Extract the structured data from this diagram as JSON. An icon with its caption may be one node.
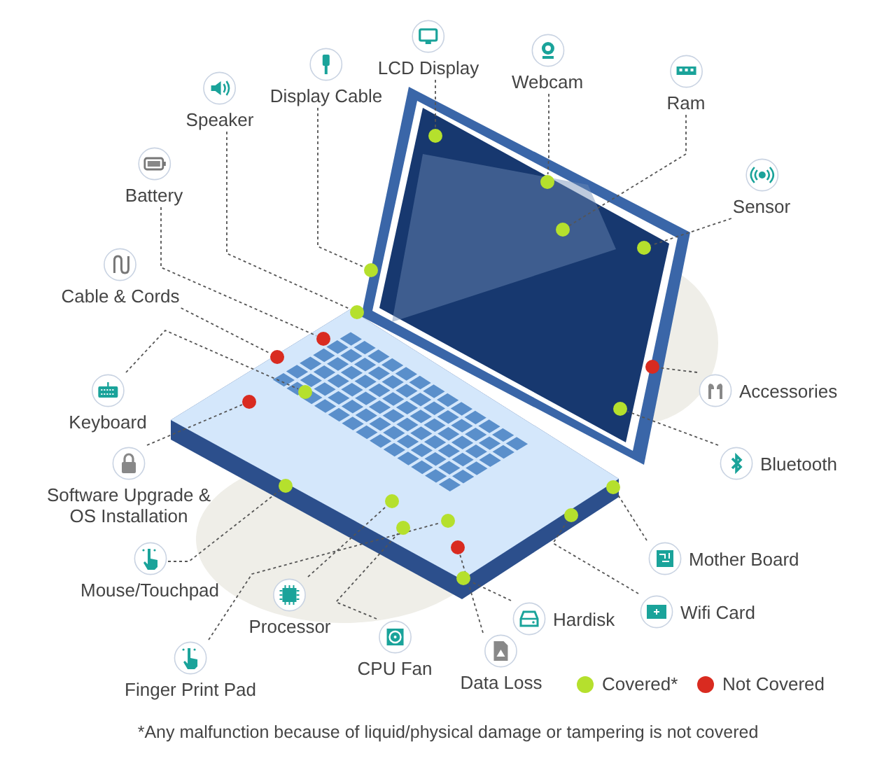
{
  "diagram": {
    "nodes": [
      {
        "text": [
          "LCD Display"
        ]
      },
      {
        "text": [
          "Webcam"
        ]
      },
      {
        "text": [
          "Display Cable"
        ]
      },
      {
        "text": [
          "Ram"
        ]
      },
      {
        "text": [
          "Speaker"
        ]
      },
      {
        "text": [
          "Battery"
        ]
      },
      {
        "text": [
          "Sensor"
        ]
      },
      {
        "text": [
          "Cable & Cords"
        ]
      },
      {
        "text": [
          "Accessories"
        ]
      },
      {
        "text": [
          "Keyboard"
        ]
      },
      {
        "text": [
          "Bluetooth"
        ]
      },
      {
        "text": [
          "Software Upgrade & OS Installation"
        ]
      },
      {
        "text": [
          "Mother Board"
        ]
      },
      {
        "text": [
          "Mouse/Touchpad"
        ]
      },
      {
        "text": [
          "Wifi Card"
        ]
      },
      {
        "text": [
          "Hardisk"
        ]
      },
      {
        "text": [
          "Processor"
        ]
      },
      {
        "text": [
          "CPU Fan"
        ]
      },
      {
        "text": [
          "Data Loss"
        ]
      },
      {
        "text": [
          "Finger Print Pad"
        ]
      },
      {
        "text": [],
        "shape": "circle"
      },
      {
        "text": [],
        "shape": "circle"
      },
      {
        "text": [],
        "shape": "circle"
      },
      {
        "text": [],
        "shape": "circle"
      },
      {
        "text": [],
        "shape": "circle"
      },
      {
        "text": [],
        "shape": "circle"
      },
      {
        "text": [],
        "shape": "circle"
      },
      {
        "text": [],
        "shape": "circle"
      },
      {
        "text": [],
        "shape": "circle"
      },
      {
        "text": [],
        "shape": "circle"
      },
      {
        "text": [],
        "shape": "circle"
      },
      {
        "text": [],
        "shape": "circle"
      },
      {
        "text": [],
        "shape": "circle"
      },
      {
        "text": [],
        "shape": "circle"
      },
      {
        "text": [],
        "shape": "circle"
      },
      {
        "text": [],
        "shape": "circle"
      },
      {
        "text": [],
        "shape": "circle"
      },
      {
        "text": [],
        "shape": "circle"
      },
      {
        "text": [],
        "shape": "circle"
      },
      {
        "text": [],
        "shape": "circle"
      }
    ],
    "edges": [
      {
        "from": 0,
        "to": 20,
        "arrow": "none"
      },
      {
        "from": 1,
        "to": 21,
        "arrow": "none"
      },
      {
        "from": 2,
        "to": 24,
        "arrow": "none"
      },
      {
        "from": 3,
        "to": 22,
        "arrow": "none"
      },
      {
        "from": 4,
        "to": 25,
        "arrow": "none"
      },
      {
        "from": 5,
        "to": 26,
        "arrow": "none"
      },
      {
        "from": 6,
        "to": 23,
        "arrow": "none"
      },
      {
        "from": 7,
        "to": 27,
        "arrow": "none"
      },
      {
        "from": 8,
        "to": 28,
        "arrow": "none"
      },
      {
        "from": 9,
        "to": 29,
        "arrow": "none"
      },
      {
        "from": 10,
        "to": 31,
        "arrow": "none"
      },
      {
        "from": 11,
        "to": 30,
        "arrow": "none"
      },
      {
        "from": 12,
        "to": 33,
        "arrow": "none"
      },
      {
        "from": 13,
        "to": 32,
        "arrow": "none"
      },
      {
        "from": 14,
        "to": 35,
        "arrow": "none"
      },
      {
        "from": 15,
        "to": 39,
        "arrow": "none"
      },
      {
        "from": 16,
        "to": 34,
        "arrow": "none"
      },
      {
        "from": 17,
        "to": 37,
        "arrow": "none"
      },
      {
        "from": 18,
        "to": 38,
        "arrow": "none"
      },
      {
        "from": 19,
        "to": 36,
        "arrow": "none"
      }
    ],
    "labels": [
      "*Any malfunction because of liquid/physical damage or tampering is not covered"
    ],
    "legend": [
      {
        "text": "Covered*",
        "color": "#b5e02d"
      },
      {
        "text": "Not Covered",
        "color": "#d92b20"
      }
    ]
  }
}
